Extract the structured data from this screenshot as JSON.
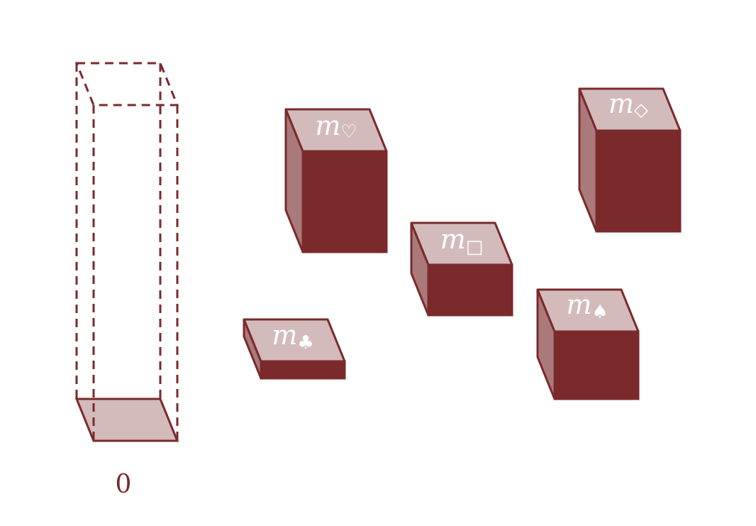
{
  "colors": {
    "dark": "#7b2a2c",
    "side": "#aa7a7b",
    "top": "#d3bbbc",
    "stroke": "#7b2a2c",
    "label_on_box": "#ffffff"
  },
  "empty_column": {
    "label": "0"
  },
  "boxes": [
    {
      "id": "hearts",
      "var": "m",
      "symbol": "♡"
    },
    {
      "id": "clubs",
      "var": "m",
      "symbol": "♣"
    },
    {
      "id": "square",
      "var": "m",
      "symbol": "□"
    },
    {
      "id": "diamonds",
      "var": "m",
      "symbol": "◇"
    },
    {
      "id": "spades",
      "var": "m",
      "symbol": "♠"
    }
  ]
}
